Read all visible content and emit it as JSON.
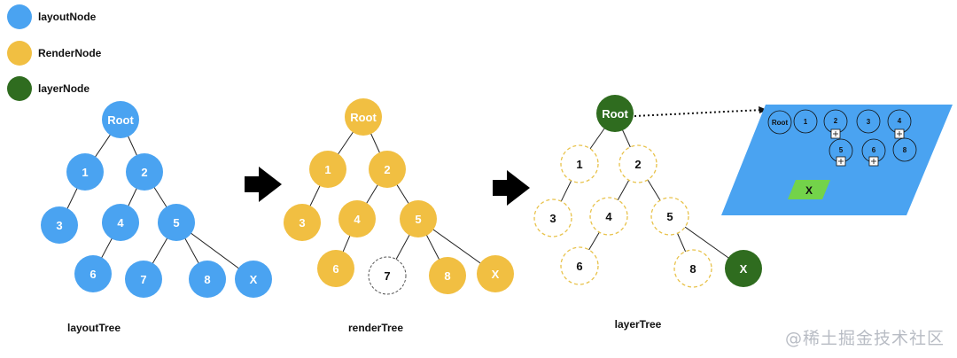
{
  "legend": [
    {
      "label": "layoutNode",
      "color": "#4aa3f1"
    },
    {
      "label": "RenderNode",
      "color": "#f1bf42"
    },
    {
      "label": "layerNode",
      "color": "#2f6c1f"
    }
  ],
  "trees": [
    {
      "caption": "layoutTree",
      "nodes": {
        "Root": "Root",
        "n1": "1",
        "n2": "2",
        "n3": "3",
        "n4": "4",
        "n5": "5",
        "n6": "6",
        "n7": "7",
        "n8": "8",
        "nX": "X"
      }
    },
    {
      "caption": "renderTree",
      "nodes": {
        "Root": "Root",
        "n1": "1",
        "n2": "2",
        "n3": "3",
        "n4": "4",
        "n5": "5",
        "n6": "6",
        "n7": "7",
        "n8": "8",
        "nX": "X"
      }
    },
    {
      "caption": "layerTree",
      "nodes": {
        "Root": "Root",
        "n1": "1",
        "n2": "2",
        "n3": "3",
        "n4": "4",
        "n5": "5",
        "n6": "6",
        "n8": "8",
        "nX": "X"
      }
    }
  ],
  "layer_panel": {
    "nodes": {
      "Root": "Root",
      "n1": "1",
      "n2": "2",
      "n3": "3",
      "n4": "4",
      "n5": "5",
      "n6": "6",
      "n8": "8"
    },
    "x_label": "X"
  },
  "watermark": "@稀土掘金技术社区",
  "colors": {
    "layout": "#4aa3f1",
    "render": "#f1bf42",
    "layer": "#2f6c1f",
    "panel": "#4aa3f1",
    "x_tile": "#73d34a"
  }
}
